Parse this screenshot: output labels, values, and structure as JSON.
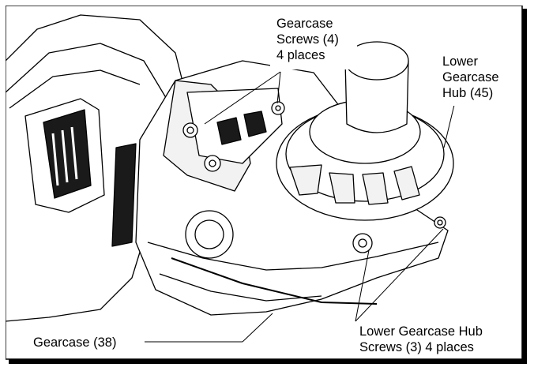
{
  "labels": {
    "gearcase_screws": [
      "Gearcase",
      "Screws (4)",
      "4 places"
    ],
    "lower_gearcase_hub": [
      "Lower",
      "Gearcase",
      "Hub (45)"
    ],
    "lower_hub_screws": [
      "Lower Gearcase Hub",
      "Screws (3) 4 places"
    ],
    "gearcase": "Gearcase (38)"
  },
  "colors": {
    "line": "#000000",
    "paper": "#ffffff",
    "light_fill": "#f2f2f2",
    "dark_fill": "#1a1a1a"
  }
}
